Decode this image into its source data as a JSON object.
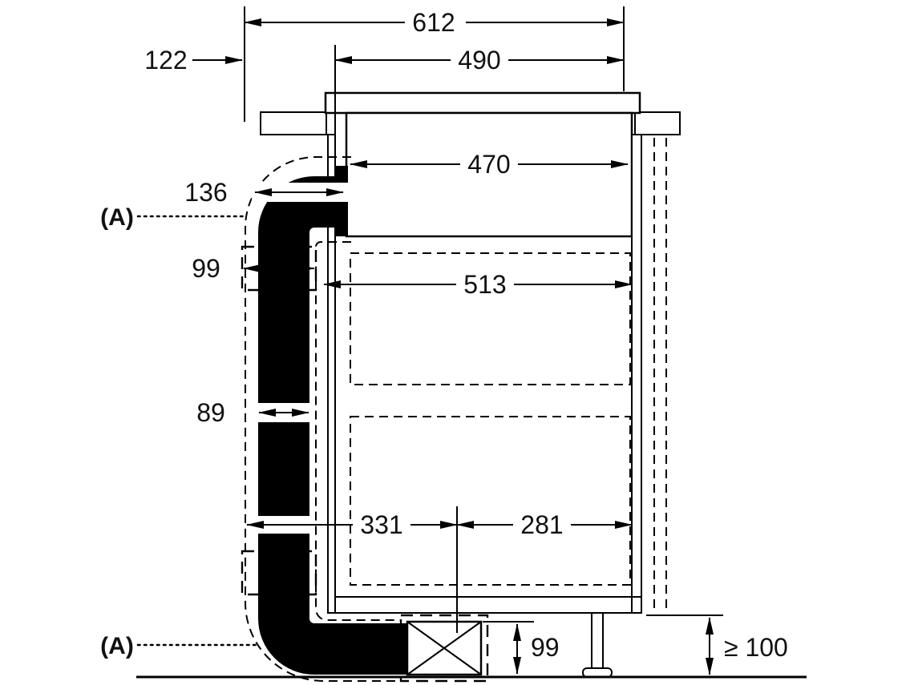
{
  "page": {
    "background": "#ffffff",
    "line_color": "#000000",
    "text_color": "#111111"
  },
  "dimensions": {
    "overall_width": "612",
    "left_offset": "122",
    "hob_width": "490",
    "housing_width": "470",
    "duct_bend_depth": "136",
    "duct_section_width": "99",
    "cabinet_inner_width": "513",
    "duct_depth": "89",
    "floor_left_span": "331",
    "floor_right_span": "281",
    "plenum_height": "99",
    "floor_clearance": "≥ 100"
  },
  "labels": {
    "section_marker_top": "(A)",
    "section_marker_bottom": "(A)"
  }
}
